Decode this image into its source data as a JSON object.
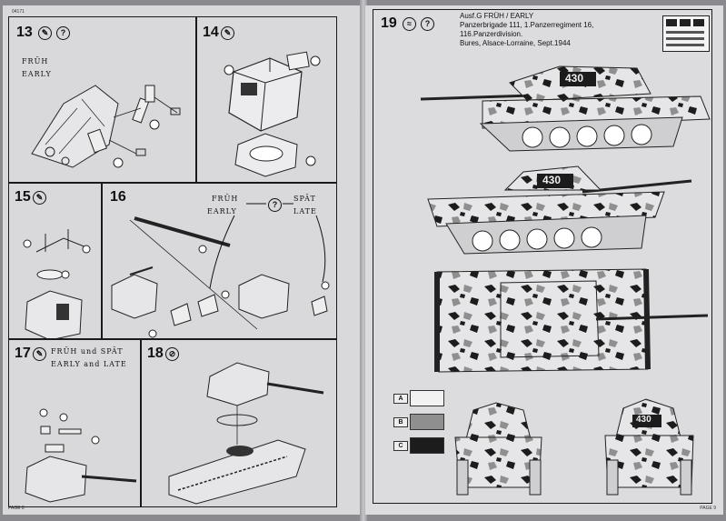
{
  "pages": {
    "left": {
      "code": "04171",
      "number": "PAGE 8"
    },
    "right": {
      "number": "PAGE 9"
    }
  },
  "steps": {
    "s13": {
      "num": "13",
      "label_de": "FRÜH",
      "label_en": "EARLY"
    },
    "s14": {
      "num": "14"
    },
    "s15": {
      "num": "15"
    },
    "s16": {
      "num": "16",
      "early_de": "FRÜH",
      "early_en": "EARLY",
      "late_de": "SPÄT",
      "late_en": "LATE"
    },
    "s17": {
      "num": "17",
      "label_de": "FRÜH und SPÄT",
      "label_en": "EARLY and LATE"
    },
    "s18": {
      "num": "18"
    },
    "s19": {
      "num": "19",
      "caption_lines": [
        "Ausf.G FRÜH / EARLY",
        "Panzerbrigade 111, 1.Panzerregiment 16,",
        "116.Panzerdivision.",
        "Bures, Alsace-Lorraine, Sept.1944"
      ],
      "turret_number": "430"
    }
  },
  "colors": [
    {
      "code": "A",
      "hex": "#f2f2f2"
    },
    {
      "code": "B",
      "hex": "#8f8f8f"
    },
    {
      "code": "C",
      "hex": "#1c1c1c"
    }
  ]
}
